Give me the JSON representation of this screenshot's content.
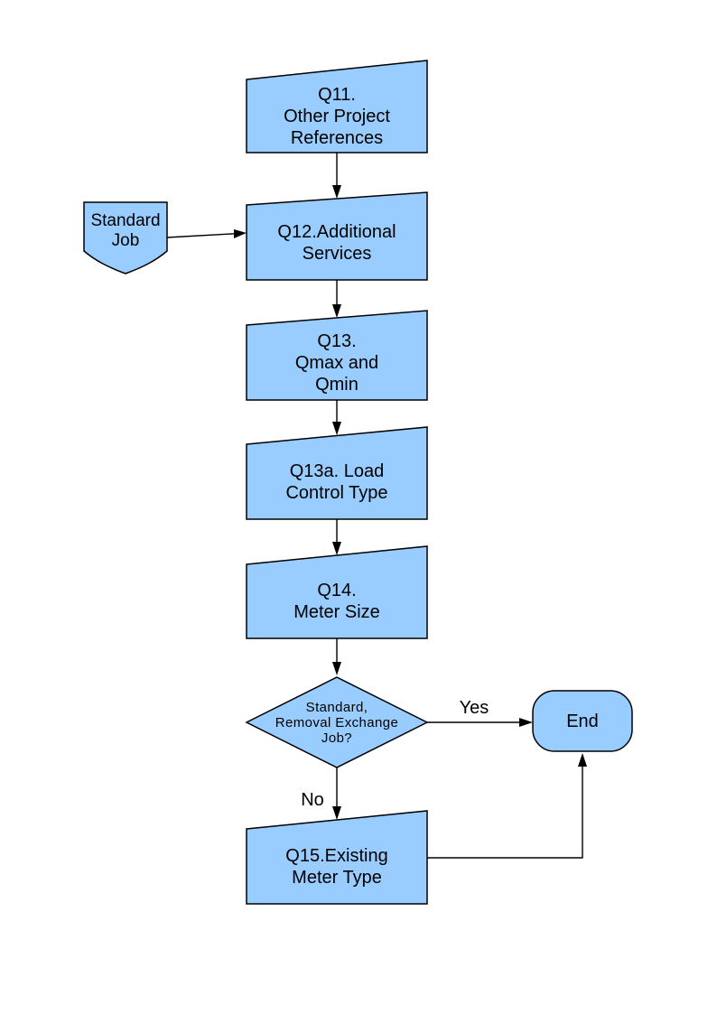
{
  "diagram": {
    "colors": {
      "shape_fill": "#99CCFF",
      "shape_border": "#000000",
      "connector": "#000000",
      "text": "#000000"
    },
    "nodes": {
      "q11": {
        "type": "manual-input-box",
        "lines": [
          "Q11.",
          "Other Project",
          "References"
        ]
      },
      "standard_job": {
        "type": "off-page-connector",
        "lines": [
          "Standard",
          "Job"
        ]
      },
      "q12": {
        "type": "manual-input-box",
        "lines": [
          "Q12.Additional",
          "Services"
        ]
      },
      "q13": {
        "type": "manual-input-box",
        "lines": [
          "Q13.",
          "Qmax and",
          "Qmin"
        ]
      },
      "q13a": {
        "type": "manual-input-box",
        "lines": [
          "Q13a. Load",
          "Control Type"
        ]
      },
      "q14": {
        "type": "manual-input-box",
        "lines": [
          "Q14.",
          "Meter Size"
        ]
      },
      "decision": {
        "type": "decision-diamond",
        "lines": [
          "Standard,",
          "Removal Exchange",
          "Job?"
        ]
      },
      "end": {
        "type": "terminator",
        "lines": [
          "End"
        ]
      },
      "q15": {
        "type": "manual-input-box",
        "lines": [
          "Q15.Existing",
          "Meter Type"
        ]
      }
    },
    "edge_labels": {
      "yes": "Yes",
      "no": "No"
    },
    "edges": [
      {
        "from": "q11",
        "to": "q12",
        "label": ""
      },
      {
        "from": "standard_job",
        "to": "q12",
        "label": ""
      },
      {
        "from": "q12",
        "to": "q13",
        "label": ""
      },
      {
        "from": "q13",
        "to": "q13a",
        "label": ""
      },
      {
        "from": "q13a",
        "to": "q14",
        "label": ""
      },
      {
        "from": "q14",
        "to": "decision",
        "label": ""
      },
      {
        "from": "decision",
        "to": "end",
        "label": "Yes"
      },
      {
        "from": "decision",
        "to": "q15",
        "label": "No"
      },
      {
        "from": "q15",
        "to": "end",
        "label": ""
      }
    ]
  }
}
